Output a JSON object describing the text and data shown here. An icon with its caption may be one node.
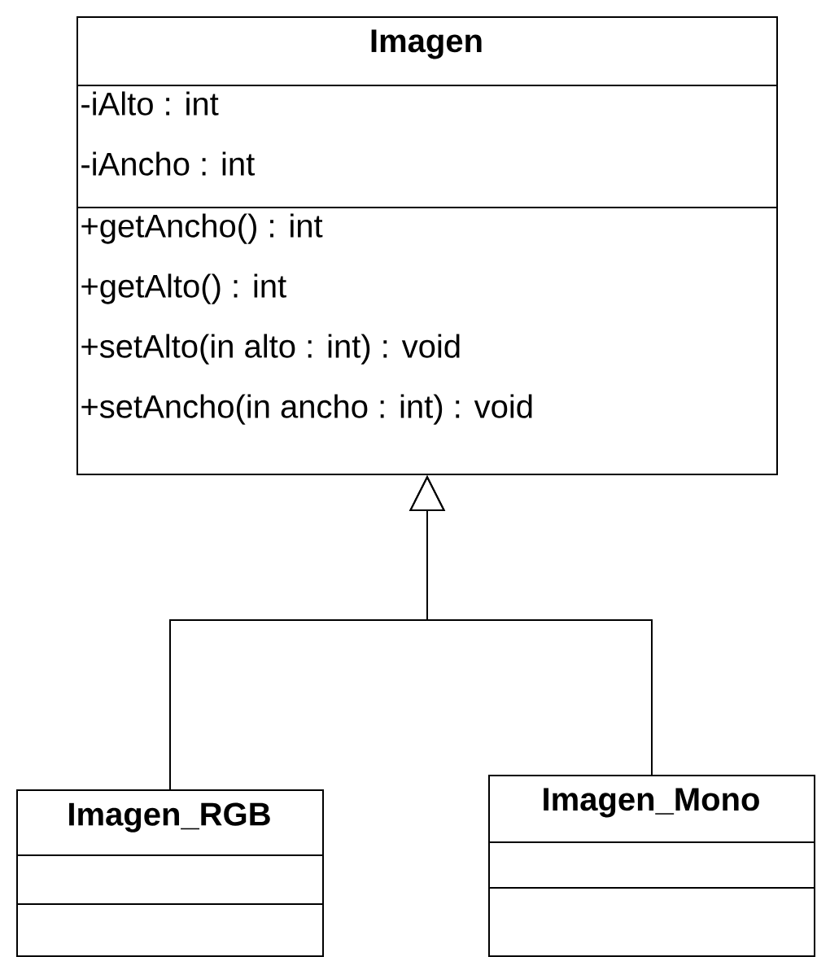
{
  "diagram": {
    "nodes": [
      {
        "text": [
          "Imagen"
        ]
      },
      {
        "text": [
          "-iAlto : int",
          "-iAncho : int"
        ],
        "in": 0
      },
      {
        "text": [
          "+getAncho() : int",
          "+getAlto() : int",
          "+setAlto(in alto : int) : void",
          "+setAncho(in ancho : int) : void"
        ],
        "in": 0
      },
      {
        "text": [
          "Imagen_RGB"
        ]
      },
      {
        "text": [],
        "shape": "box",
        "in": 3
      },
      {
        "text": [],
        "shape": "box",
        "in": 3
      },
      {
        "text": [
          "Imagen_Mono"
        ]
      },
      {
        "text": [],
        "shape": "box",
        "in": 6
      },
      {
        "text": [],
        "shape": "box",
        "in": 6
      }
    ],
    "edges": [
      {
        "from": 3,
        "to": 0,
        "arrow": "to"
      },
      {
        "from": 6,
        "to": 0,
        "arrow": "to"
      }
    ]
  }
}
